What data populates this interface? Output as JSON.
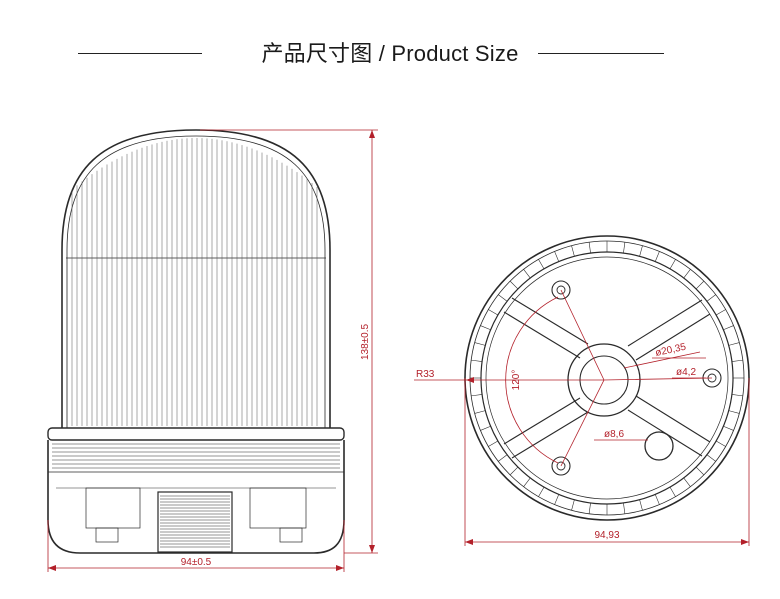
{
  "header": {
    "title": "产品尺寸图 / Product Size"
  },
  "front_view": {
    "height_label": "138±0.5",
    "width_label": "94±0.5"
  },
  "bottom_view": {
    "radius_label": "R33",
    "angle_label": "120°",
    "center_hole_label": "ø20,35",
    "screw_hole_label": "ø4,2",
    "cable_hole_label": "ø8,6",
    "overall_width_label": "94,93"
  },
  "colors": {
    "line": "#2a2a2a",
    "dimension": "#b3202a"
  }
}
